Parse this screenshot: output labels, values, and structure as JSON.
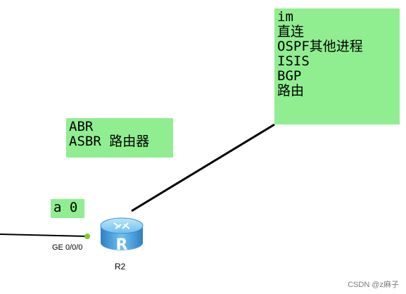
{
  "notes": {
    "im": {
      "lines": [
        "im",
        "直连",
        "OSPF其他进程",
        "ISIS",
        "BGP",
        "路由"
      ]
    },
    "abr": {
      "lines": [
        "ABR",
        "ASBR 路由器"
      ]
    },
    "area": {
      "text": "a 0"
    }
  },
  "interface": {
    "label": "GE 0/0/0"
  },
  "router": {
    "name": "R2",
    "icon_letter": "R",
    "icon": "router-icon"
  },
  "watermark": {
    "text": "CSDN @z麻子"
  },
  "colors": {
    "note_bg": "#90ee90",
    "router_blue": "#4aa8e0",
    "link": "#000000",
    "port_dot": "#7ecb2b"
  }
}
